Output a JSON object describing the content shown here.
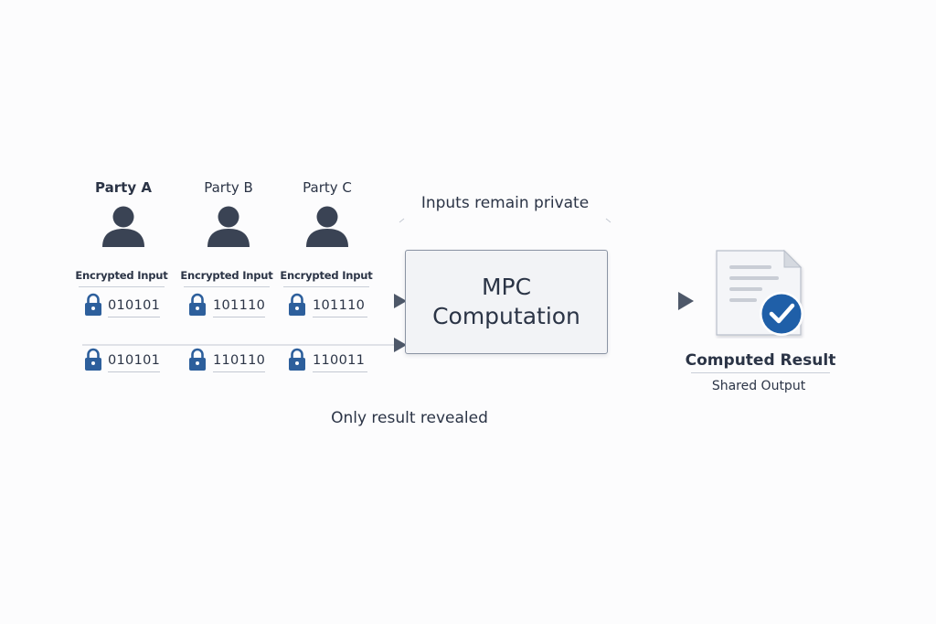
{
  "parties": [
    {
      "name": "Party A",
      "icon": "user-icon",
      "input_label": "Encrypted Input",
      "row1_bits": "010101",
      "row2_bits": "010101"
    },
    {
      "name": "Party B",
      "icon": "user-icon",
      "input_label": "Encrypted Input",
      "row1_bits": "101110",
      "row2_bits": "110110"
    },
    {
      "name": "Party C",
      "icon": "user-icon",
      "input_label": "Encrypted Input",
      "row1_bits": "101110",
      "row2_bits": "110011"
    }
  ],
  "captions": {
    "top": "Inputs remain private",
    "bottom": "Only result revealed"
  },
  "computation": {
    "line1": "MPC",
    "line2": "Computation"
  },
  "result": {
    "title": "Computed Result",
    "subtitle": "Shared Output",
    "icon": "document-check-icon"
  },
  "colors": {
    "lock": "#2d5f9c",
    "person": "#3a4354",
    "check_badge": "#1f5fa8",
    "arrow": "#4e5869",
    "text": "#2b3446"
  }
}
